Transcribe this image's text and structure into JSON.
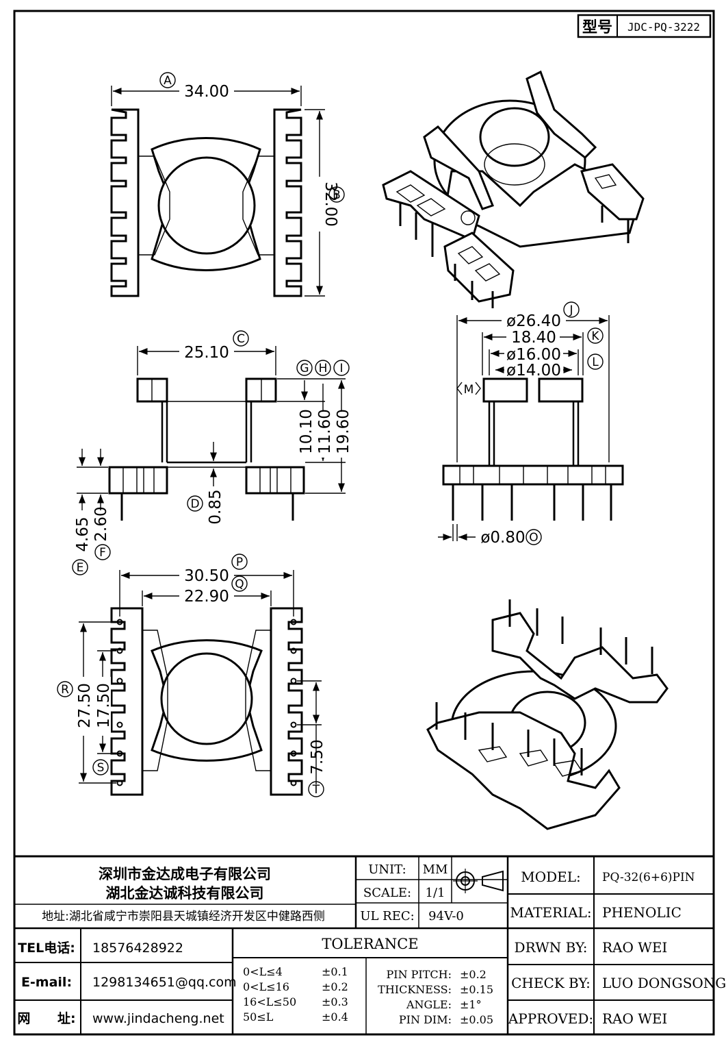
{
  "header": {
    "model_label": "型号",
    "model_value": "JDC-PQ-3222"
  },
  "callouts": {
    "A": "A",
    "B": "B",
    "C": "C",
    "D": "D",
    "E": "E",
    "F": "F",
    "G": "G",
    "H": "H",
    "I": "I",
    "J": "J",
    "K": "K",
    "L": "L",
    "M": "M",
    "O": "O",
    "P": "P",
    "Q": "Q",
    "R": "R",
    "S": "S",
    "T": "T"
  },
  "dims": {
    "a": "34.00",
    "b": "32.00",
    "c": "25.10",
    "d": "0.85",
    "e": "4.65",
    "f": "2.60",
    "g": "10.10",
    "h": "11.60",
    "i": "19.60",
    "j": "ø26.40",
    "k": "18.40",
    "l1": "ø16.00",
    "l2": "ø14.00",
    "o": "ø0.80",
    "p": "30.50",
    "q": "22.90",
    "r": "27.50",
    "r2": "17.50",
    "t": "7.50"
  },
  "company": {
    "name1": "深圳市金达成电子有限公司",
    "name2": "湖北金达诚科技有限公司",
    "address": "地址:湖北省咸宁市崇阳县天城镇经济开发区中健路西侧"
  },
  "contacts": [
    {
      "label": "TEL电话:",
      "value": "18576428922"
    },
    {
      "label": "E-mail:",
      "value": "1298134651@qq.com"
    },
    {
      "label": "网      址:",
      "value": "www.jindacheng.net"
    }
  ],
  "spec": {
    "unit_label": "UNIT:",
    "unit_value": "MM",
    "scale_label": "SCALE:",
    "scale_value": "1/1",
    "ulrec_label": "UL REC:",
    "ulrec_value": "94V-0"
  },
  "tolerance": {
    "title": "TOLERANCE",
    "rows": [
      {
        "range": "0<L≤4",
        "value": "±0.1"
      },
      {
        "range": "0<L≤16",
        "value": "±0.2"
      },
      {
        "range": "16<L≤50",
        "value": "±0.3"
      },
      {
        "range": "50≤L",
        "value": "±0.4"
      }
    ],
    "other": [
      {
        "label": "PIN PITCH:",
        "value": "±0.2"
      },
      {
        "label": "THICKNESS:",
        "value": "±0.15"
      },
      {
        "label": "ANGLE:",
        "value": "±1°"
      },
      {
        "label": "PIN DIM:",
        "value": "±0.05"
      }
    ]
  },
  "title_block": [
    {
      "label": "MODEL:",
      "value": "PQ-32(6+6)PIN"
    },
    {
      "label": "MATERIAL:",
      "value": "PHENOLIC"
    },
    {
      "label": "DRWN BY:",
      "value": "RAO WEI"
    },
    {
      "label": "CHECK BY:",
      "value": "LUO DONGSONG"
    },
    {
      "label": "APPROVED:",
      "value": "RAO WEI"
    }
  ]
}
